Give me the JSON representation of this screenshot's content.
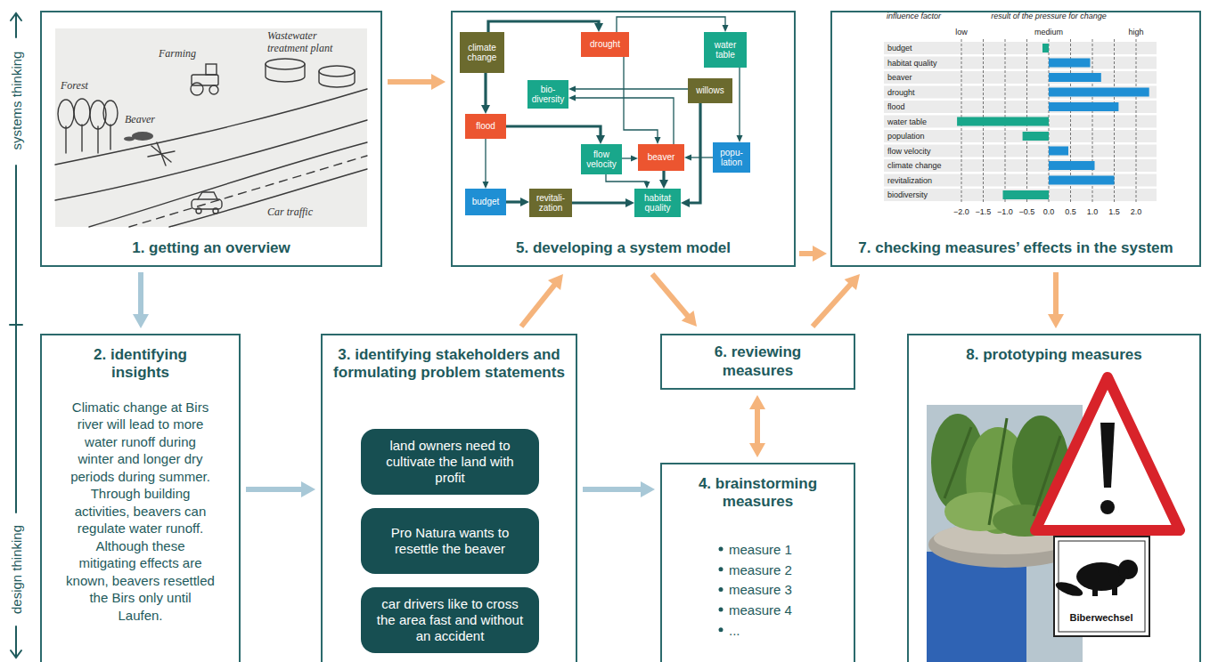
{
  "diagram": {
    "nodes": [
      {
        "text": [
          "1. getting an overview"
        ]
      },
      {
        "text": [
          "5. developing a system model"
        ]
      },
      {
        "text": [
          "climate change"
        ],
        "in": 1
      },
      {
        "text": [
          "drought"
        ],
        "in": 1
      },
      {
        "text": [
          "water table"
        ],
        "in": 1
      },
      {
        "text": [
          "bio- diversity"
        ],
        "in": 1
      },
      {
        "text": [
          "willows"
        ],
        "in": 1
      },
      {
        "text": [
          "flood"
        ],
        "in": 1
      },
      {
        "text": [
          "flow velocity"
        ],
        "in": 1
      },
      {
        "text": [
          "beaver"
        ],
        "in": 1
      },
      {
        "text": [
          "popu- lation"
        ],
        "in": 1
      },
      {
        "text": [
          "budget"
        ],
        "in": 1
      },
      {
        "text": [
          "revitali- zation"
        ],
        "in": 1
      },
      {
        "text": [
          "habitat quality"
        ],
        "in": 1
      },
      {
        "text": [
          "7. checking measures’ effects in the system"
        ]
      },
      {
        "text": [
          "2. identifying insights",
          "Climatic change at Birs river will lead to more water runoff during winter and longer dry periods during summer. Through building activities, beavers can regulate water runoff. Although these mitigating effects are known, beavers resettled the Birs only until Laufen."
        ]
      },
      {
        "text": [
          "3. identifying stakeholders and formulating problem statements"
        ]
      },
      {
        "text": [
          "land owners need to cultivate the land with profit"
        ],
        "in": 16
      },
      {
        "text": [
          "Pro Natura wants to resettle the beaver"
        ],
        "in": 16
      },
      {
        "text": [
          "car drivers like to cross the area fast and without an accident"
        ],
        "in": 16
      },
      {
        "text": [
          "6. reviewing measures"
        ]
      },
      {
        "text": [
          "4. brainstorming measures"
        ]
      },
      {
        "text": [
          "8. prototyping measures"
        ]
      }
    ],
    "edges": [
      {
        "from": 0,
        "to": 1,
        "arrow": "to"
      },
      {
        "from": 0,
        "to": 15,
        "arrow": "to"
      },
      {
        "from": 15,
        "to": 16,
        "arrow": "to"
      },
      {
        "from": 16,
        "to": 1,
        "arrow": "to"
      },
      {
        "from": 16,
        "to": 21,
        "arrow": "to"
      },
      {
        "from": 21,
        "to": 20,
        "arrow": "both"
      },
      {
        "from": 1,
        "to": 20,
        "arrow": "to"
      },
      {
        "from": 1,
        "to": 14,
        "arrow": "to"
      },
      {
        "from": 20,
        "to": 14,
        "arrow": "to"
      },
      {
        "from": 14,
        "to": 22,
        "arrow": "to"
      },
      {
        "from": 2,
        "to": 3,
        "arrow": "to"
      },
      {
        "from": 2,
        "to": 7,
        "arrow": "to"
      },
      {
        "from": 3,
        "to": 4,
        "arrow": "to"
      },
      {
        "from": 3,
        "to": 9,
        "arrow": "to"
      },
      {
        "from": 4,
        "to": 10,
        "arrow": "to"
      },
      {
        "from": 6,
        "to": 5,
        "arrow": "to"
      },
      {
        "from": 6,
        "to": 13,
        "arrow": "to"
      },
      {
        "from": 7,
        "to": 8,
        "arrow": "to"
      },
      {
        "from": 7,
        "to": 11,
        "arrow": "to"
      },
      {
        "from": 11,
        "to": 12,
        "arrow": "to"
      },
      {
        "from": 12,
        "to": 13,
        "arrow": "to"
      },
      {
        "from": 8,
        "to": 9,
        "arrow": "to"
      },
      {
        "from": 8,
        "to": 13,
        "arrow": "to"
      },
      {
        "from": 9,
        "to": 13,
        "arrow": "to"
      },
      {
        "from": 10,
        "to": 9,
        "arrow": "to"
      },
      {
        "from": 9,
        "to": 5,
        "arrow": "to"
      }
    ],
    "labels": [
      "systems thinking",
      "design thinking",
      "Wastewater treatment plant",
      "Farming",
      "Forest",
      "Beaver",
      "Car traffic",
      "influence factor",
      "result of the pressure for change",
      "low",
      "medium",
      "high",
      "budget",
      "habitat quality",
      "beaver",
      "drought",
      "flood",
      "water table",
      "population",
      "flow velocity",
      "climate change",
      "revitalization",
      "biodiversity",
      "−2.0",
      "−1.5",
      "−1.0",
      "−0.5",
      "0.0",
      "0.5",
      "1.0",
      "1.5",
      "2.0",
      "measure 1",
      "measure 2",
      "measure 3",
      "measure 4",
      "...",
      "Biberwechsel"
    ]
  }
}
